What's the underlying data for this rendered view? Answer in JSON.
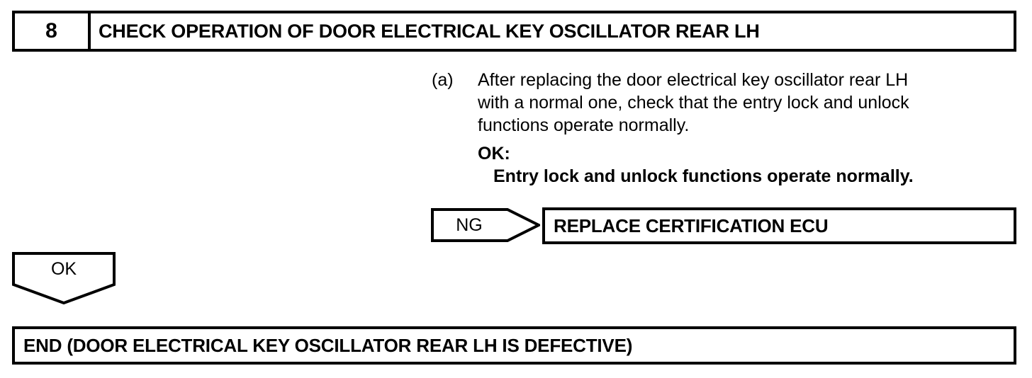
{
  "document": {
    "type": "diagnostic-flowchart"
  },
  "step_header": {
    "number": "8",
    "title": "CHECK OPERATION OF DOOR ELECTRICAL KEY OSCILLATOR REAR LH"
  },
  "procedure": {
    "marker": "(a)",
    "lines": [
      "After replacing the door electrical key oscillator rear LH",
      "with a normal one, check that the entry lock and unlock",
      "functions operate normally."
    ],
    "ok_label": "OK:",
    "ok_value": "Entry lock and unlock functions operate normally."
  },
  "branches": {
    "ng_label": "NG",
    "ok_label": "OK"
  },
  "results": {
    "ng_action": "REPLACE CERTIFICATION ECU",
    "ok_action": "END (DOOR ELECTRICAL KEY OSCILLATOR REAR LH IS DEFECTIVE)"
  },
  "colors": {
    "ink": "#000000",
    "paper": "#ffffff"
  }
}
